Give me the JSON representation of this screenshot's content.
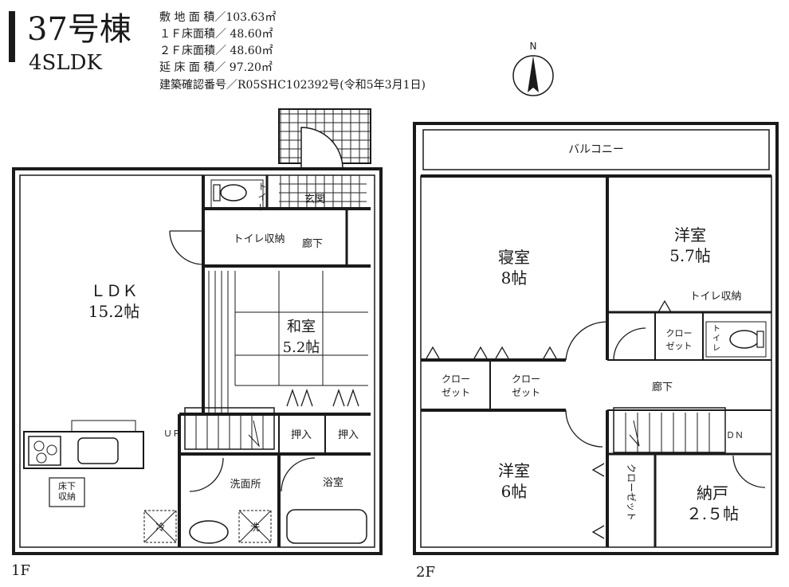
{
  "header": {
    "building": "37号棟",
    "layout_type": "4SLDK",
    "specs": [
      "敷 地 面 積／103.63㎡",
      "１Ｆ床面積／ 48.60㎡",
      "２Ｆ床面積／ 48.60㎡",
      "延 床 面 積／ 97.20㎡",
      "建築確認番号／R05SHC102392号(令和5年3月1日)"
    ],
    "north_label": "N"
  },
  "floor1": {
    "label": "1F",
    "rooms": {
      "ldk": "ＬＤＫ",
      "ldk_size": "15.2帖",
      "washitsu": "和室",
      "washitsu_size": "5.2帖",
      "genkan": "玄関",
      "toilet_storage": "トイレ収納",
      "hallway": "廊下",
      "toilet_1": "ト",
      "toilet_2": "イ",
      "toilet_3": "レ",
      "oshiire_1": "押入",
      "oshiire_2": "押入",
      "senmenjo": "洗面所",
      "yokushitsu": "浴室",
      "underfloor_1": "床下",
      "underfloor_2": "収納",
      "up": "ＵＰ",
      "fridge": "冷",
      "washer": "洗"
    }
  },
  "floor2": {
    "label": "2F",
    "rooms": {
      "balcony": "バルコニー",
      "shinshitsu": "寝室",
      "shinshitsu_size": "8帖",
      "youshitsu_ne": "洋室",
      "youshitsu_ne_size": "5.7帖",
      "toilet_storage": "トイレ収納",
      "closet_small_1": "クロー",
      "closet_small_2": "ゼット",
      "toilet_1": "ト",
      "toilet_2": "イ",
      "toilet_3": "レ",
      "closet_a_1": "クロー",
      "closet_a_2": "ゼット",
      "closet_b_1": "クロー",
      "closet_b_2": "ゼット",
      "hallway": "廊下",
      "dn": "ＤＮ",
      "youshitsu_s": "洋室",
      "youshitsu_s_size": "6帖",
      "closet_v": "クローゼット",
      "nando": "納戸",
      "nando_size": "２.５帖"
    }
  }
}
